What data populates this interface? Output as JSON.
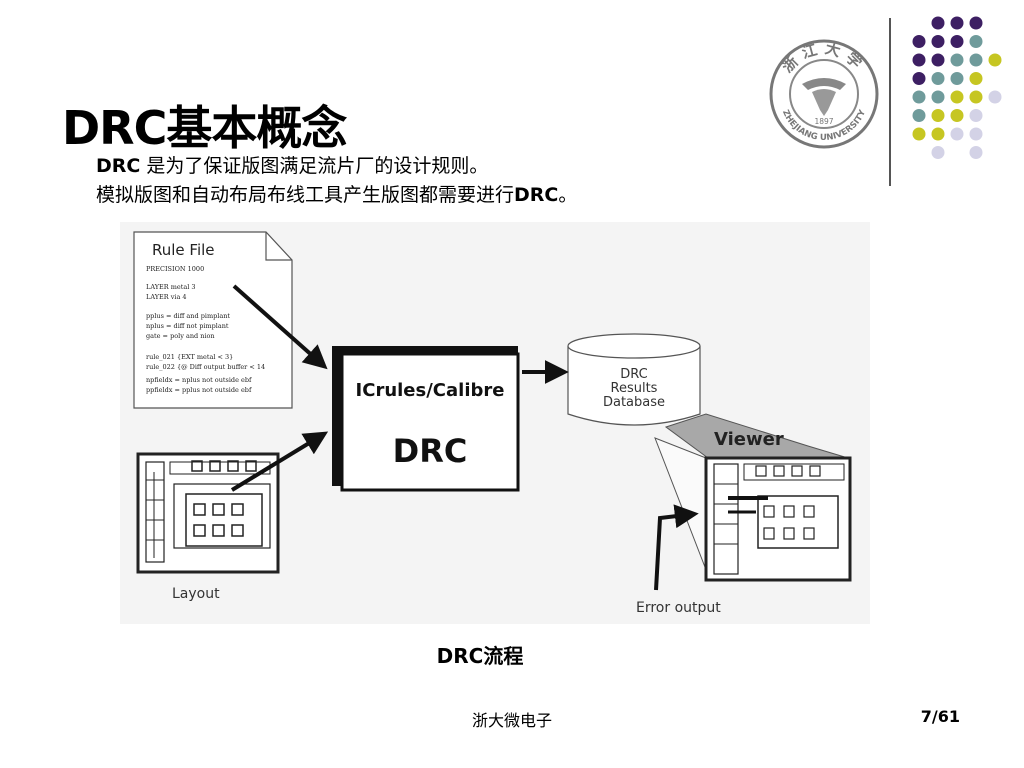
{
  "slide": {
    "title": "DRC基本概念",
    "bullets": [
      {
        "bold": "DRC",
        "rest": " 是为了保证版图满足流片厂的设计规则。"
      },
      {
        "text": "模拟版图和自动布局布线工具产生版图都需要进行",
        "bold": "DRC",
        "tail": "。"
      }
    ],
    "caption": "DRC流程",
    "footer": {
      "center": "浙大微电子",
      "page": "7/61"
    }
  },
  "logo": {
    "top_text": "浙江大学",
    "bottom_text": "ZHEJIANG UNIVERSITY",
    "year": "1897"
  },
  "diagram": {
    "rule_file": {
      "title": "Rule File",
      "lines": [
        "PRECISION 1000",
        "LAYER metal 3",
        "LAYER via 4",
        "pplus = diff and pimplant",
        "nplus = diff not pimplant",
        "gate = poly and nion",
        "rule_021 {EXT metal < 3}",
        "rule_022 {@ Diff output buffer < 14",
        "npfieldx = nplus not outside ebf",
        "ppfieldx = pplus not outside ebf"
      ]
    },
    "engine": {
      "name": "ICrules/Calibre",
      "label": "DRC"
    },
    "database": {
      "line1": "DRC",
      "line2": "Results",
      "line3": "Database"
    },
    "viewer_label": "Viewer",
    "layout_label": "Layout",
    "error_label": "Error output"
  },
  "colors": {
    "dot_purple": "#3d1f63",
    "dot_teal": "#6f9b9b",
    "dot_yellow": "#c6c622",
    "dot_lavender": "#d3d2e6"
  }
}
